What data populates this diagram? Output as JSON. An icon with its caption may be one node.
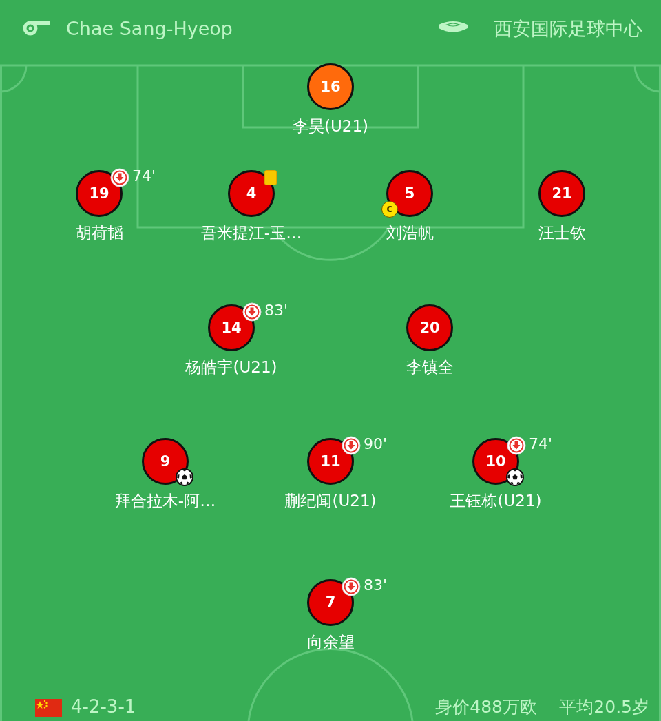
{
  "diagram": {
    "nodes": [
      {
        "text": [
          "16"
        ],
        "beside": [
          "李昊(U21)"
        ]
      },
      {
        "text": [
          "19"
        ],
        "beside": [
          "胡荷韬",
          "74'"
        ]
      },
      {
        "text": [
          "4"
        ],
        "beside": [
          "吾米提江-玉…"
        ]
      },
      {
        "text": [
          "5"
        ],
        "beside": [
          "刘浩帆"
        ]
      },
      {
        "text": [
          "21"
        ],
        "beside": [
          "汪士钦"
        ]
      },
      {
        "text": [
          "14"
        ],
        "beside": [
          "杨皓宇(U21)",
          "83'"
        ]
      },
      {
        "text": [
          "20"
        ],
        "beside": [
          "李镇全"
        ]
      },
      {
        "text": [
          "9"
        ],
        "beside": [
          "拜合拉木-阿…"
        ]
      },
      {
        "text": [
          "11"
        ],
        "beside": [
          "蒯纪闻(U21)",
          "90'"
        ]
      },
      {
        "text": [
          "10"
        ],
        "beside": [
          "王钰栋(U21)",
          "74'"
        ]
      },
      {
        "text": [
          "7"
        ],
        "beside": [
          "向余望",
          "83'"
        ]
      }
    ],
    "labels": [
      "Chae Sang-Hyeop",
      "西安国际足球中心",
      "C",
      "4-2-3-1",
      "身价488万欧",
      "平均20.5岁"
    ]
  }
}
